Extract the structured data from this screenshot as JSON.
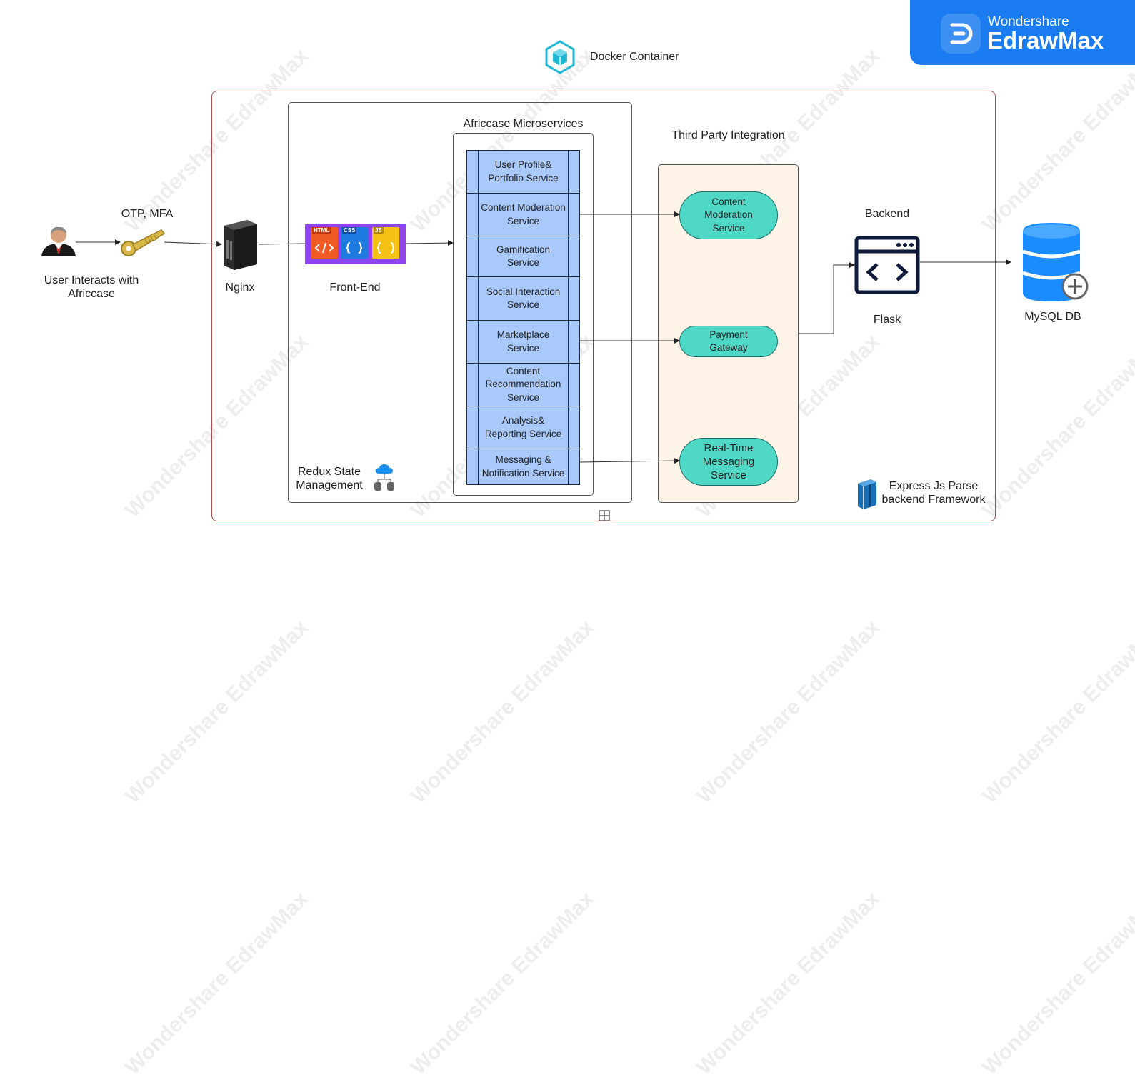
{
  "diagram": {
    "docker_title": "Docker Container",
    "user_label": "User Interacts with\nAfriccase",
    "auth_label": "OTP, MFA",
    "nginx_label": "Nginx",
    "frontend_label": "Front-End",
    "redux_label": "Redux State\nManagement",
    "microservices_title": "Africcase Microservices",
    "services": [
      "User Profile&\nPortfolio Service",
      "Content Moderation\nService",
      "Gamification\nService",
      "Social Interaction\nService",
      "Marketplace\nService",
      "Content\nRecommendation\nService",
      "Analysis&\nReporting Service",
      "Messaging &\nNotification Service"
    ],
    "third_party_title": "Third Party Integration",
    "third_party": [
      "Content\nModeration\nService",
      "Payment\nGateway",
      "Real-Time\nMessaging\nService"
    ],
    "backend_label": "Backend",
    "flask_label": "Flask",
    "express_label": "Express Js Parse\nbackend Framework",
    "db_label": "MySQL DB",
    "file_badges": [
      "HTML",
      "CSS",
      "JS"
    ]
  },
  "branding": {
    "line1": "Wondershare",
    "line2": "EdrawMax"
  },
  "watermark": {
    "line1": "Wondershare",
    "line2": "EdrawMax"
  },
  "colors": {
    "service_fill": "#a9c9fb",
    "third_party_fill": "#4fd8c6",
    "third_party_box": "#fdf3e7",
    "docker_border": "#a05050",
    "brand_blue": "#1a7cf0",
    "db_blue": "#1a8cff"
  }
}
